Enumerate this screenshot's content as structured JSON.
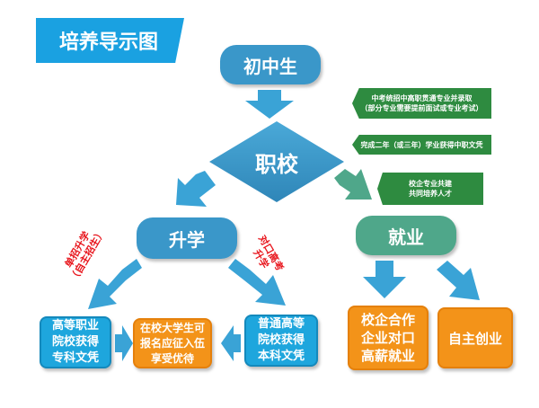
{
  "title": "培养导示图",
  "nodes": {
    "start": "初中生",
    "school": "职校",
    "further_study": "升学",
    "employment": "就业"
  },
  "notes": {
    "note1_line1": "中考统招中高职贯通专业并录取",
    "note1_line2": "（部分专业需要提前面试或专业考试）",
    "note2": "完成二年（或三年）学业获得中职文凭",
    "note3_line1": "校企专业共建",
    "note3_line2": "共同培养人才"
  },
  "red_labels": {
    "left_line1": "单招升学",
    "left_line2": "（自主招生）",
    "right_line1": "对口高考",
    "right_line2": "升学"
  },
  "boxes": {
    "higher_vocational": [
      "高等职业",
      "院校获得",
      "专科文凭"
    ],
    "enlist_benefit": [
      "在校大学生可",
      "报名应征入伍",
      "享受优待"
    ],
    "regular_university": [
      "普通高等",
      "院校获得",
      "本科文凭"
    ],
    "enterprise": [
      "校企合作",
      "企业对口",
      "高薪就业"
    ],
    "self_employed": "自主创业"
  },
  "colors": {
    "title_blue": "#1aa1e1",
    "diamond_blue": "#3a97c9",
    "arrow_blue": "#3aa3d6",
    "employment_green": "#4fa78a",
    "note_green": "#2e8b40",
    "box_blue": "#1ea6dd",
    "box_orange": "#f39319",
    "label_red": "#e8161d"
  }
}
